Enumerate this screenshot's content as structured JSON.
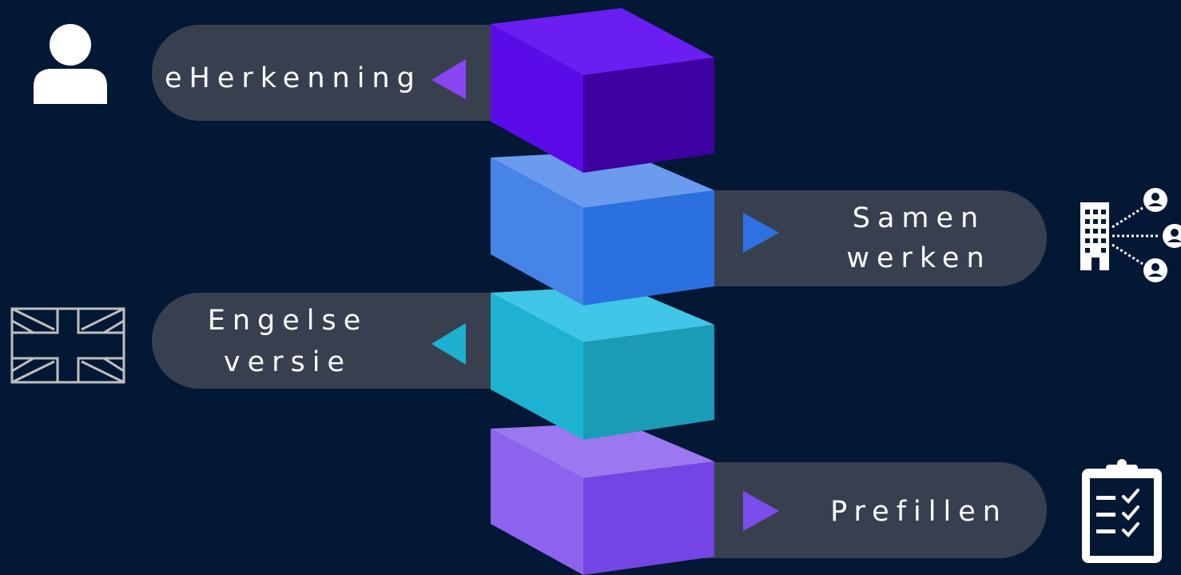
{
  "colors": {
    "background": "#031835",
    "pill": "#38404F",
    "block_e_herkenning": "#5B0AE8",
    "block_samen_werken": "#2B70E0",
    "block_engelse_versie": "#1CAFCB",
    "block_prefillen": "#7F56E8",
    "icon": "#ffffff",
    "flag_icon": "#bfbfbf"
  },
  "layers": [
    {
      "id": "eherkenning",
      "lines": [
        "eHerkenning"
      ],
      "side": "left",
      "icon": "user-icon"
    },
    {
      "id": "samen-werken",
      "lines": [
        "Samen",
        "werken"
      ],
      "side": "right",
      "icon": "organization-network-icon"
    },
    {
      "id": "engelse-versie",
      "lines": [
        "Engelse",
        "versie"
      ],
      "side": "left",
      "icon": "uk-flag-icon"
    },
    {
      "id": "prefillen",
      "lines": [
        "Prefillen"
      ],
      "side": "right",
      "icon": "checklist-clipboard-icon"
    }
  ]
}
